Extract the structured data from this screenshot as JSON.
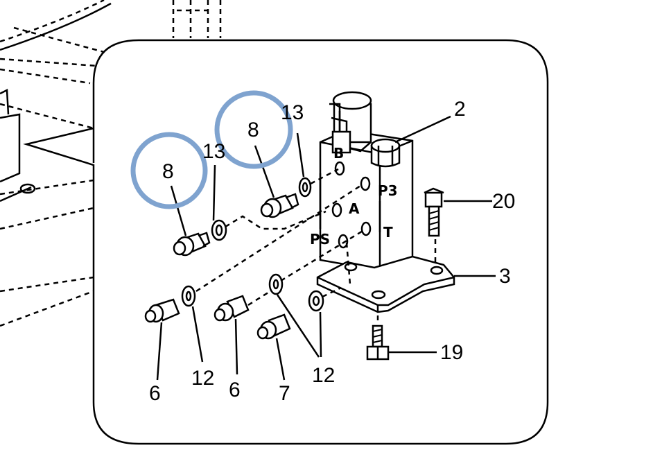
{
  "diagram": {
    "callouts": {
      "c2": "2",
      "c3": "3",
      "c6a": "6",
      "c6b": "6",
      "c7": "7",
      "c8a": "8",
      "c8b": "8",
      "c12a": "12",
      "c12b": "12",
      "c13a": "13",
      "c13b": "13",
      "c19": "19",
      "c20": "20"
    },
    "ports": {
      "B": "B",
      "A": "A",
      "P3": "P3",
      "T": "T",
      "PS": "PS"
    },
    "colors": {
      "highlight": "#7fa3cf",
      "line": "#000000",
      "background": "#ffffff"
    }
  }
}
